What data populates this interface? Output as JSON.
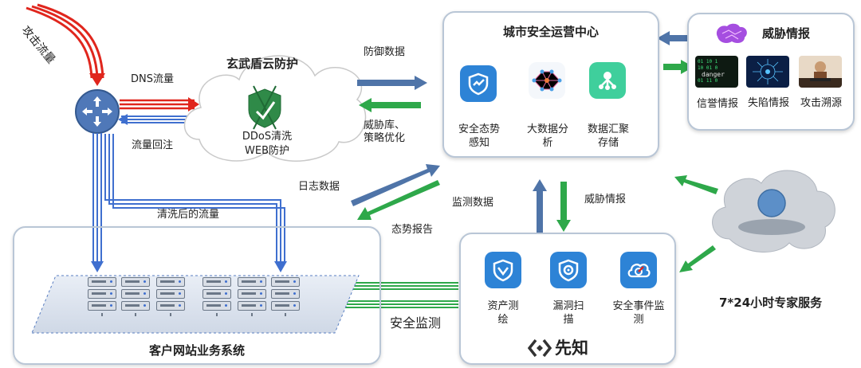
{
  "attack": {
    "label": "攻击流量"
  },
  "flows": {
    "dns": "DNS流量",
    "reinject": "流量回注",
    "cleaned": "清洗后的流量",
    "defense_data": "防御数据",
    "threat_lib": "威胁库、策略优化",
    "log_data": "日志数据",
    "situation_report": "态势报告",
    "monitor_data": "监测数据",
    "threat_intel_flow": "威胁情报",
    "security_monitoring": "安全监测"
  },
  "cloud": {
    "title": "玄武盾云防护",
    "line1": "DDoS清洗",
    "line2": "WEB防护"
  },
  "soc": {
    "title": "城市安全运营中心",
    "items": [
      {
        "label": "安全态势感知",
        "icon": "shield-check-icon"
      },
      {
        "label": "大数据分析",
        "icon": "network-mesh-icon"
      },
      {
        "label": "数据汇聚存储",
        "icon": "hub-icon"
      }
    ]
  },
  "intel": {
    "title": "威胁情报",
    "items": [
      {
        "label": "信誉情报"
      },
      {
        "label": "失陷情报"
      },
      {
        "label": "攻击溯源"
      }
    ]
  },
  "customer": {
    "title": "客户网站业务系统"
  },
  "xianzhi": {
    "brand": "先知",
    "items": [
      {
        "label": "资产测绘",
        "icon": "asset-map-icon"
      },
      {
        "label": "漏洞扫描",
        "icon": "vuln-scan-icon"
      },
      {
        "label": "安全事件监测",
        "icon": "cloud-monitor-icon"
      }
    ]
  },
  "expert": {
    "label": "7*24小时专家服务"
  },
  "colors": {
    "red": "#e0261d",
    "blue": "#3f6fcf",
    "green": "#2ea84a",
    "slate": "#4f74a8",
    "tile_blue": "#2d83d6",
    "tile_teal": "#3fcf9c"
  }
}
